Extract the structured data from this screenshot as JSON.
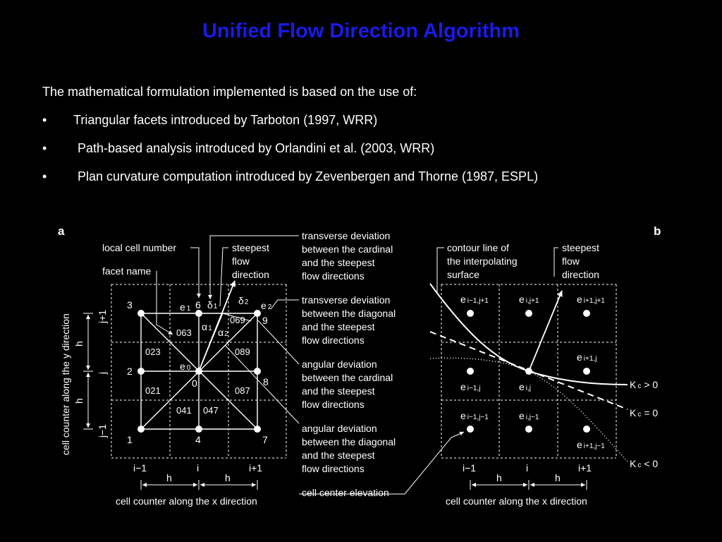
{
  "title": "Unified Flow Direction Algorithm",
  "intro": "The mathematical formulation implemented is based on the use of:",
  "bullets": [
    "Triangular facets introduced by Tarboton (1997, WRR)",
    "Path-based analysis introduced by Orlandini et al. (2003, WRR)",
    "Plan curvature computation introduced by Zevenbergen and Thorne (1987, ESPL)"
  ],
  "bullet_symbol": "•",
  "panel_a": {
    "label": "a",
    "callouts": {
      "local_cell_number": "local cell number",
      "facet_name": "facet name",
      "steepest": [
        "steepest",
        "flow",
        "direction"
      ],
      "transverse_cardinal": [
        "transverse deviation",
        "between the cardinal",
        "and the steepest",
        "flow directions"
      ],
      "transverse_diagonal": [
        "transverse deviation",
        "between the diagonal",
        "and the steepest",
        "flow directions"
      ],
      "angular_cardinal": [
        "angular deviation",
        "between the cardinal",
        "and the steepest",
        "flow directions"
      ],
      "angular_diagonal": [
        "angular deviation",
        "between the diagonal",
        "and the steepest",
        "flow directions"
      ],
      "cell_center_elevation": "cell center elevation"
    },
    "cell_numbers": [
      "3",
      "6",
      "9",
      "2",
      "0",
      "8",
      "1",
      "4",
      "7"
    ],
    "facets": [
      "063",
      "069",
      "023",
      "089",
      "021",
      "087",
      "041",
      "047"
    ],
    "elev_labels": {
      "e1": "e",
      "e1_sub": "1",
      "e2": "e",
      "e2_sub": "2",
      "e0": "e",
      "e0_sub": "0"
    },
    "greek": {
      "delta1": "δ",
      "delta1_sub": "1",
      "delta2": "δ",
      "delta2_sub": "2",
      "alpha1": "α",
      "alpha1_sub": "1",
      "alpha2": "α",
      "alpha2_sub": "2"
    },
    "x_ticks": [
      "i−1",
      "i",
      "i+1"
    ],
    "y_ticks": [
      "j+1",
      "j",
      "j−1"
    ],
    "h": "h",
    "xlabel": "cell counter along the x direction",
    "ylabel": "cell counter along the y direction"
  },
  "panel_b": {
    "label": "b",
    "callouts": {
      "contour": [
        "contour line of",
        "the interpolating",
        "surface"
      ],
      "steepest": [
        "steepest",
        "flow",
        "direction"
      ]
    },
    "elev": [
      {
        "base": "e",
        "sub": "i−1,j+1"
      },
      {
        "base": "e",
        "sub": "i,j+1"
      },
      {
        "base": "e",
        "sub": "i+1,j+1"
      },
      {
        "base": "e",
        "sub": "i−1,j"
      },
      {
        "base": "e",
        "sub": "i,j"
      },
      {
        "base": "e",
        "sub": "i+1,j"
      },
      {
        "base": "e",
        "sub": "i−1,j−1"
      },
      {
        "base": "e",
        "sub": "i,j−1"
      },
      {
        "base": "e",
        "sub": "i+1,j−1"
      }
    ],
    "kc": [
      {
        "base": "K",
        "sub": "c",
        "rel": "> 0"
      },
      {
        "base": "K",
        "sub": "c",
        "rel": "= 0"
      },
      {
        "base": "K",
        "sub": "c",
        "rel": "< 0"
      }
    ],
    "x_ticks": [
      "i−1",
      "i",
      "i+1"
    ],
    "h": "h",
    "xlabel": "cell counter along the x direction"
  }
}
